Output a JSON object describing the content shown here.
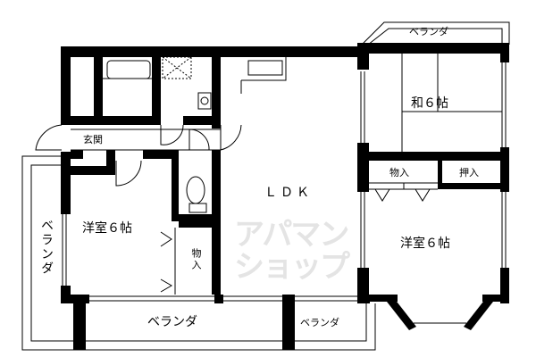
{
  "rooms": {
    "japanese_room": "和６帖",
    "ldk": "ＬＤＫ",
    "western_room_left": "洋室６帖",
    "western_room_right": "洋室６帖",
    "entrance": "玄関",
    "storage_right": "物入",
    "closet_right": "押入",
    "storage_left": "物入"
  },
  "balconies": {
    "top_right": "ベランダ",
    "left": "ベランダ",
    "bottom": "ベランダ",
    "bottom_small": "ベランダ"
  },
  "watermark": {
    "line1": "アパマン",
    "line2": "ショップ"
  },
  "colors": {
    "wall": "#000000",
    "watermark": "#e4e4e4"
  }
}
